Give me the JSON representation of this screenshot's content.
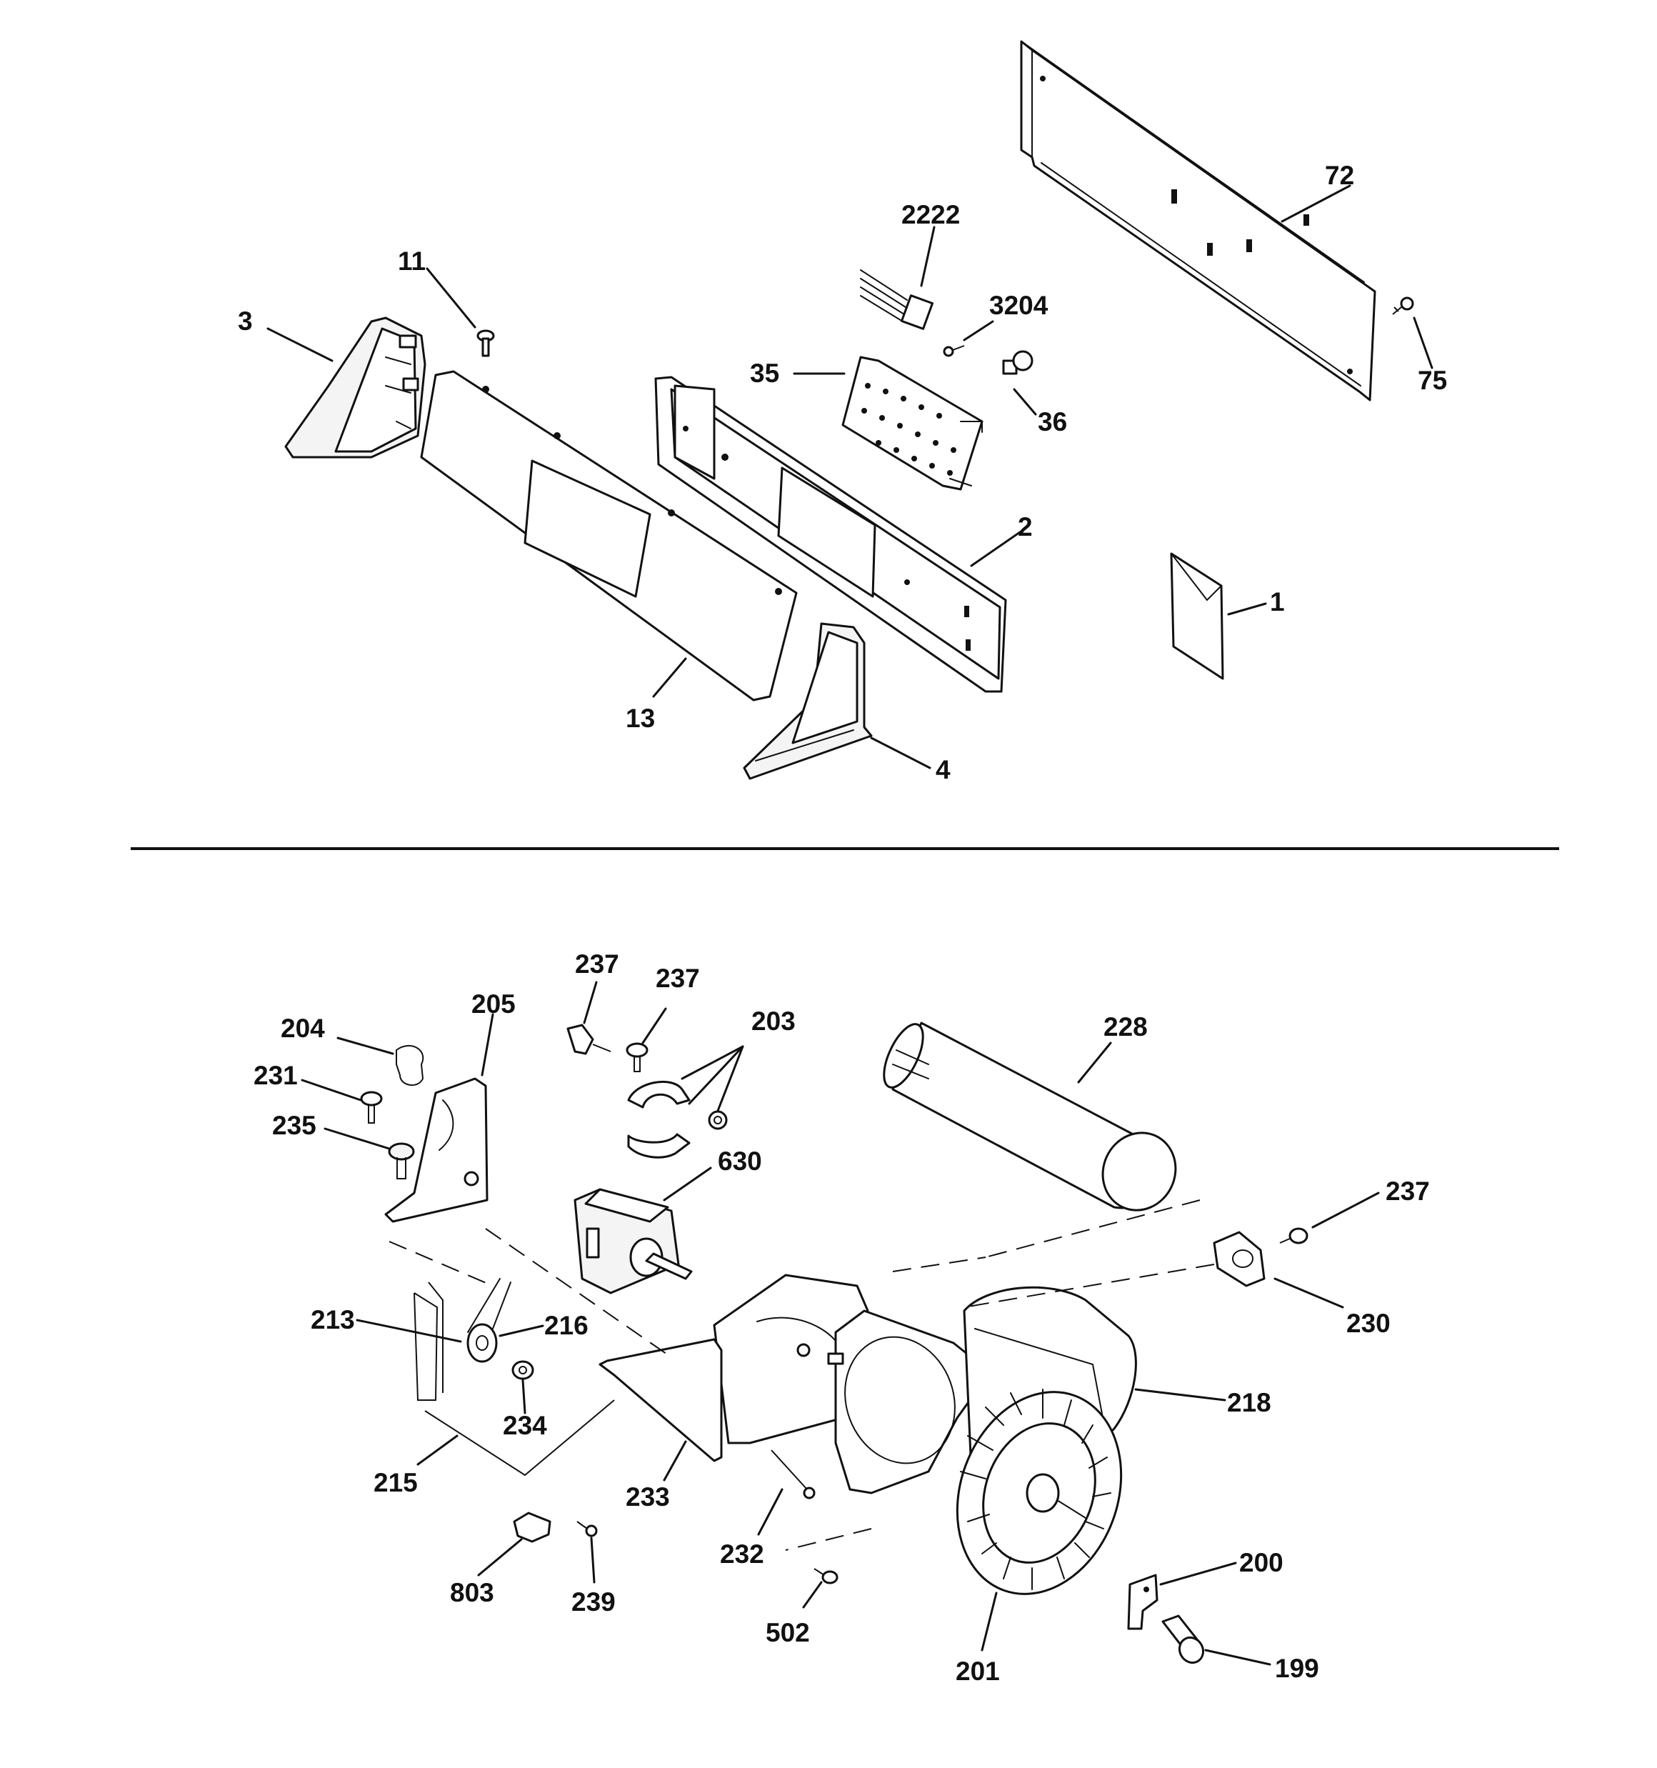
{
  "labels": {
    "p72": "72",
    "p2222": "2222",
    "p3204": "3204",
    "p11": "11",
    "p3": "3",
    "p35": "35",
    "p36": "36",
    "p75": "75",
    "p2": "2",
    "p1": "1",
    "p13": "13",
    "p4": "4",
    "p237a": "237",
    "p237b": "237",
    "p203": "203",
    "p205": "205",
    "p204": "204",
    "p231": "231",
    "p235": "235",
    "p228": "228",
    "p630": "630",
    "p237c": "237",
    "p230": "230",
    "p213": "213",
    "p216": "216",
    "p234": "234",
    "p218": "218",
    "p215": "215",
    "p233": "233",
    "p232": "232",
    "p803": "803",
    "p239": "239",
    "p502": "502",
    "p201": "201",
    "p200": "200",
    "p199": "199"
  }
}
